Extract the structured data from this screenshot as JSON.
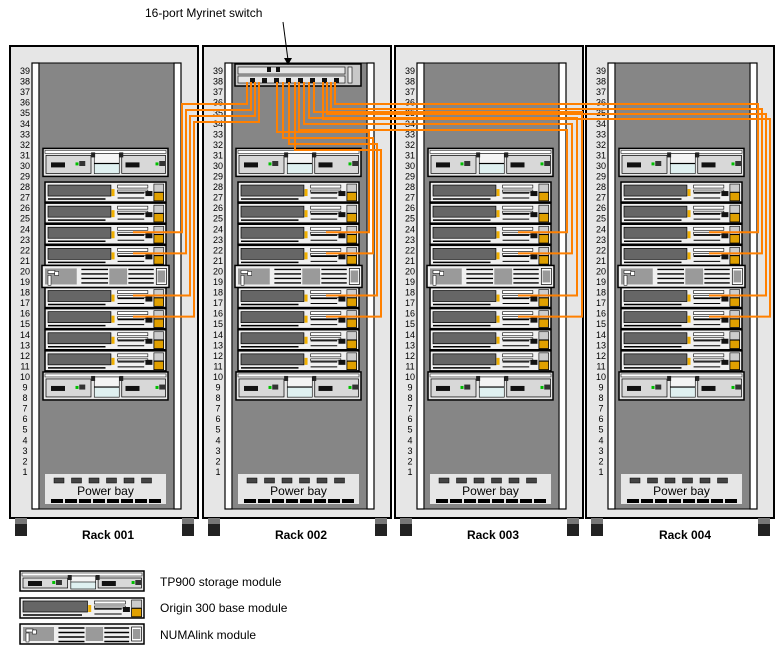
{
  "diagram": {
    "callout": "16-port Myrinet switch",
    "unit_numbers": [
      "39",
      "38",
      "37",
      "36",
      "35",
      "34",
      "33",
      "32",
      "31",
      "30",
      "29",
      "28",
      "27",
      "26",
      "25",
      "24",
      "23",
      "22",
      "21",
      "20",
      "19",
      "18",
      "17",
      "16",
      "15",
      "14",
      "13",
      "12",
      "11",
      "10",
      "9",
      "8",
      "7",
      "6",
      "5",
      "4",
      "3",
      "2",
      "1"
    ],
    "power_bay_label": "Power bay",
    "racks": [
      {
        "label": "Rack 001",
        "has_switch": false
      },
      {
        "label": "Rack 002",
        "has_switch": true
      },
      {
        "label": "Rack 003",
        "has_switch": false
      },
      {
        "label": "Rack 004",
        "has_switch": false
      }
    ],
    "modules_top_to_bottom": [
      "TP900 storage module",
      "Origin 300 base module",
      "Origin 300 base module",
      "Origin 300 base module",
      "Origin 300 base module",
      "NUMAlink module",
      "Origin 300 base module",
      "Origin 300 base module",
      "Origin 300 base module",
      "Origin 300 base module",
      "TP900 storage module"
    ],
    "cable_color": "#ff8000",
    "legend": [
      {
        "label": "TP900 storage module",
        "type": "tp900"
      },
      {
        "label": "Origin 300 base module",
        "type": "origin"
      },
      {
        "label": "NUMAlink module",
        "type": "numalink"
      }
    ]
  }
}
